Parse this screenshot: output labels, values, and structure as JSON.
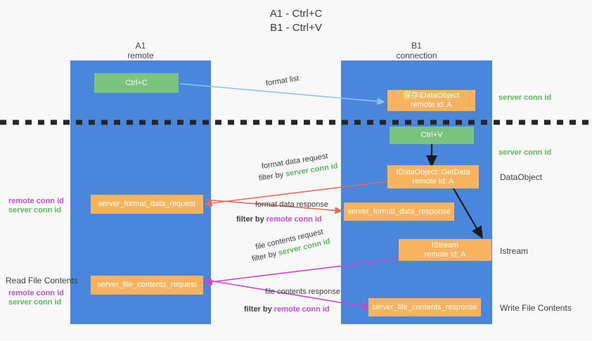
{
  "title": "A1 - Ctrl+C\nB1 - Ctrl+V",
  "columns": [
    {
      "name": "A1",
      "role": "remote"
    },
    {
      "name": "B1",
      "role": "connection"
    }
  ],
  "boxes": {
    "ctrl_c": {
      "line1": "Ctrl+C",
      "line2": ""
    },
    "save_idataobject": {
      "line1": "保存IDataObject",
      "line2": "remote id: A"
    },
    "ctrl_v": {
      "line1": "Ctrl+V",
      "line2": ""
    },
    "getdata": {
      "line1": "IDataObject::GetData",
      "line2": "remote id: A"
    },
    "istream": {
      "line1": "IStream",
      "line2": "remote id: A"
    },
    "server_format_data_request": {
      "line1": "server_format_data_request",
      "line2": ""
    },
    "server_format_data_response": {
      "line1": "server_format_data_response",
      "line2": ""
    },
    "server_file_contents_request": {
      "line1": "server_file_contents_request",
      "line2": ""
    },
    "server_file_contents_response": {
      "line1": "server_file_contents_response",
      "line2": ""
    }
  },
  "wire_labels": {
    "format_list": "format list",
    "format_data_request": "format data request",
    "format_data_request_filter_prefix": "filter by ",
    "format_data_request_filter_value": "server conn id",
    "format_data_response": "format data response",
    "format_data_response_filter_prefix": "filter by ",
    "format_data_response_filter_value": "remote conn id",
    "file_contents_request": "file contents request",
    "file_contents_request_filter_prefix": "filter by ",
    "file_contents_request_filter_value": "server conn id",
    "file_contents_response": "file contents response",
    "file_contents_response_filter_prefix": "filter by ",
    "file_contents_response_filter_value": "remote conn id"
  },
  "right_labels": {
    "server_conn_id_top": "server conn id",
    "server_conn_id_mid": "server conn id",
    "dataobject": "DataObject",
    "istream": "Istream",
    "write_file_contents": "Write File Contents"
  },
  "left_labels": {
    "remote_conn_id_upper": "remote conn id",
    "server_conn_id_upper": "server conn id",
    "read_file_contents": "Read File Contents",
    "remote_conn_id_lower": "remote conn id",
    "server_conn_id_lower": "server conn id"
  },
  "colors": {
    "background": "#f8f8f8",
    "lane": "#4a86dc",
    "green_box": "#7bc47f",
    "orange_box": "#f9b35c",
    "server_conn_id": "#5cb85c",
    "remote_conn_id": "#c44fd0",
    "arrow_format_list": "#8fc4ea",
    "arrow_format_data": "#e8685a",
    "arrow_file_contents": "#cc44cc",
    "arrow_black": "#1a1a1a",
    "divider": "#262626",
    "text": "#3c3c3c"
  }
}
